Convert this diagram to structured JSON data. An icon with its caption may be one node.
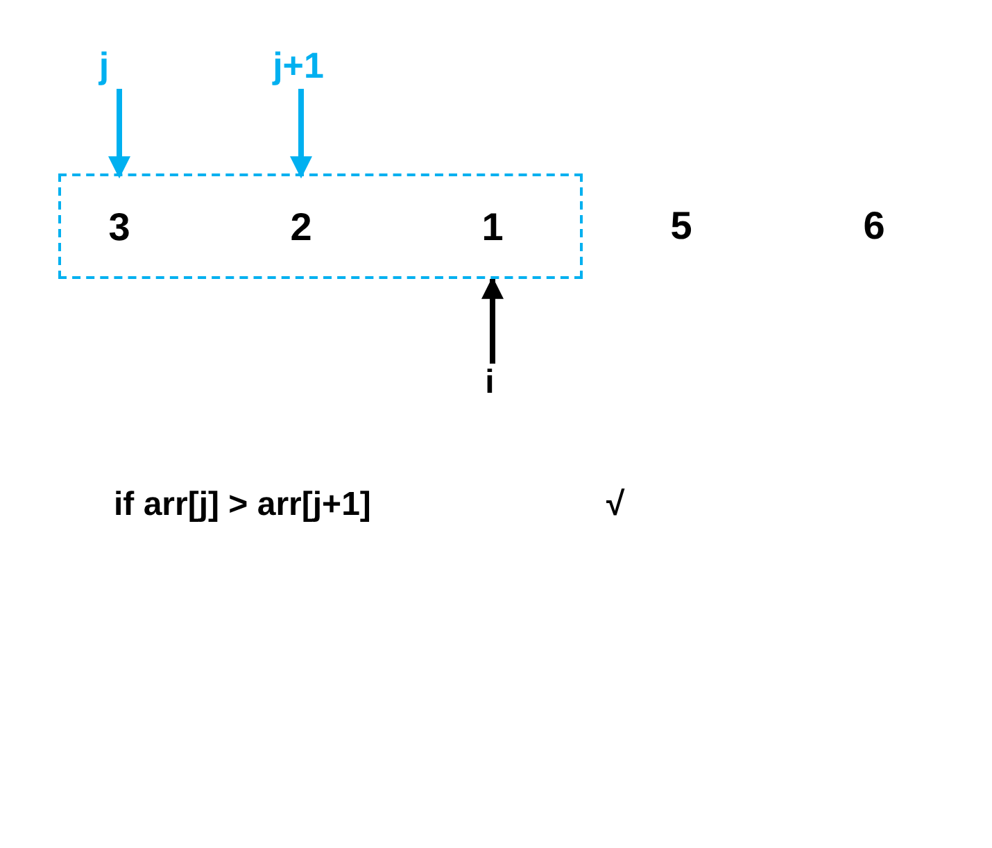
{
  "diagram": {
    "nodes": [
      {
        "text": [
          "j"
        ]
      },
      {
        "text": [
          "j+1"
        ]
      },
      {
        "text": [],
        "shape": "box"
      },
      {
        "text": [
          "3"
        ],
        "in": 2
      },
      {
        "text": [
          "2"
        ],
        "in": 2
      },
      {
        "text": [
          "1"
        ],
        "in": 2
      },
      {
        "text": [
          "5"
        ]
      },
      {
        "text": [
          "6"
        ]
      },
      {
        "text": [
          "i"
        ]
      }
    ],
    "edges": [
      {
        "from": 0,
        "to": 3,
        "arrow": "to"
      },
      {
        "from": 1,
        "to": 4,
        "arrow": "to"
      },
      {
        "from": 8,
        "to": 5,
        "arrow": "to",
        "color": "#000000"
      }
    ],
    "labels": [
      "if arr[j] > arr[j+1]",
      "√"
    ]
  }
}
